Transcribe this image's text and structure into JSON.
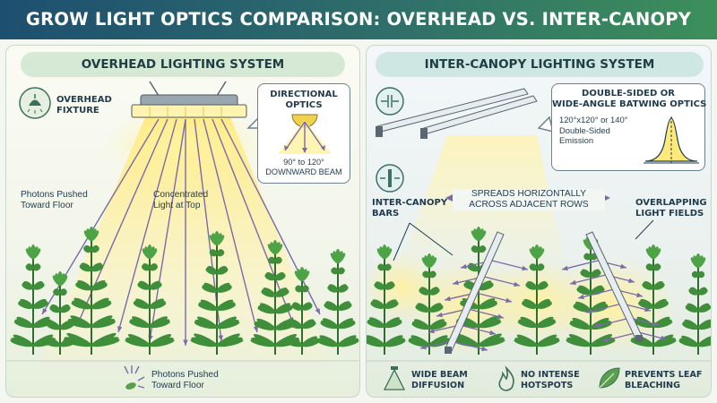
{
  "title": "GROW LIGHT OPTICS COMPARISON: OVERHEAD VS. INTER-CANOPY",
  "left": {
    "heading": "OVERHEAD LIGHTING SYSTEM",
    "fixture_label": [
      "OVERHEAD",
      "FIXTURE"
    ],
    "callout_title": [
      "DIRECTIONAL",
      "OPTICS"
    ],
    "callout_beam": [
      "90° to 120°",
      "DOWNWARD BEAM"
    ],
    "photons_left": [
      "Photons Pushed",
      "Toward Floor"
    ],
    "concentrated": [
      "Concentrated",
      "Light at Top"
    ],
    "footer": [
      "Photons Pushed",
      "Toward Floor"
    ]
  },
  "right": {
    "heading": "INTER-CANOPY LIGHTING SYSTEM",
    "callout_title": [
      "DOUBLE-SIDED OR",
      "WIDE-ANGLE BATWING OPTICS"
    ],
    "callout_spec": [
      "120°x120° or 140°",
      "Double-Sided",
      "Emission"
    ],
    "bars_label": [
      "INTER-CANOPY",
      "BARS"
    ],
    "spreads": [
      "SPREADS HORIZONTALLY",
      "ACROSS ADJACENT ROWS"
    ],
    "overlap": [
      "OVERLAPPING",
      "LIGHT FIELDS"
    ],
    "features": [
      {
        "icon": "beam-diffusion-icon",
        "label": [
          "WIDE BEAM",
          "DIFFUSION"
        ]
      },
      {
        "icon": "flame-icon",
        "label": [
          "NO INTENSE",
          "HOTSPOTS"
        ]
      },
      {
        "icon": "leaf-icon",
        "label": [
          "PREVENTS LEAF",
          "BLEACHING"
        ]
      }
    ]
  },
  "colors": {
    "banner_start": "#1d4f70",
    "banner_end": "#3c8f5a",
    "light_yellow": "#ffe97a",
    "arrow_purple": "#7b6aa8",
    "plant_green": "#3f8f3a"
  }
}
